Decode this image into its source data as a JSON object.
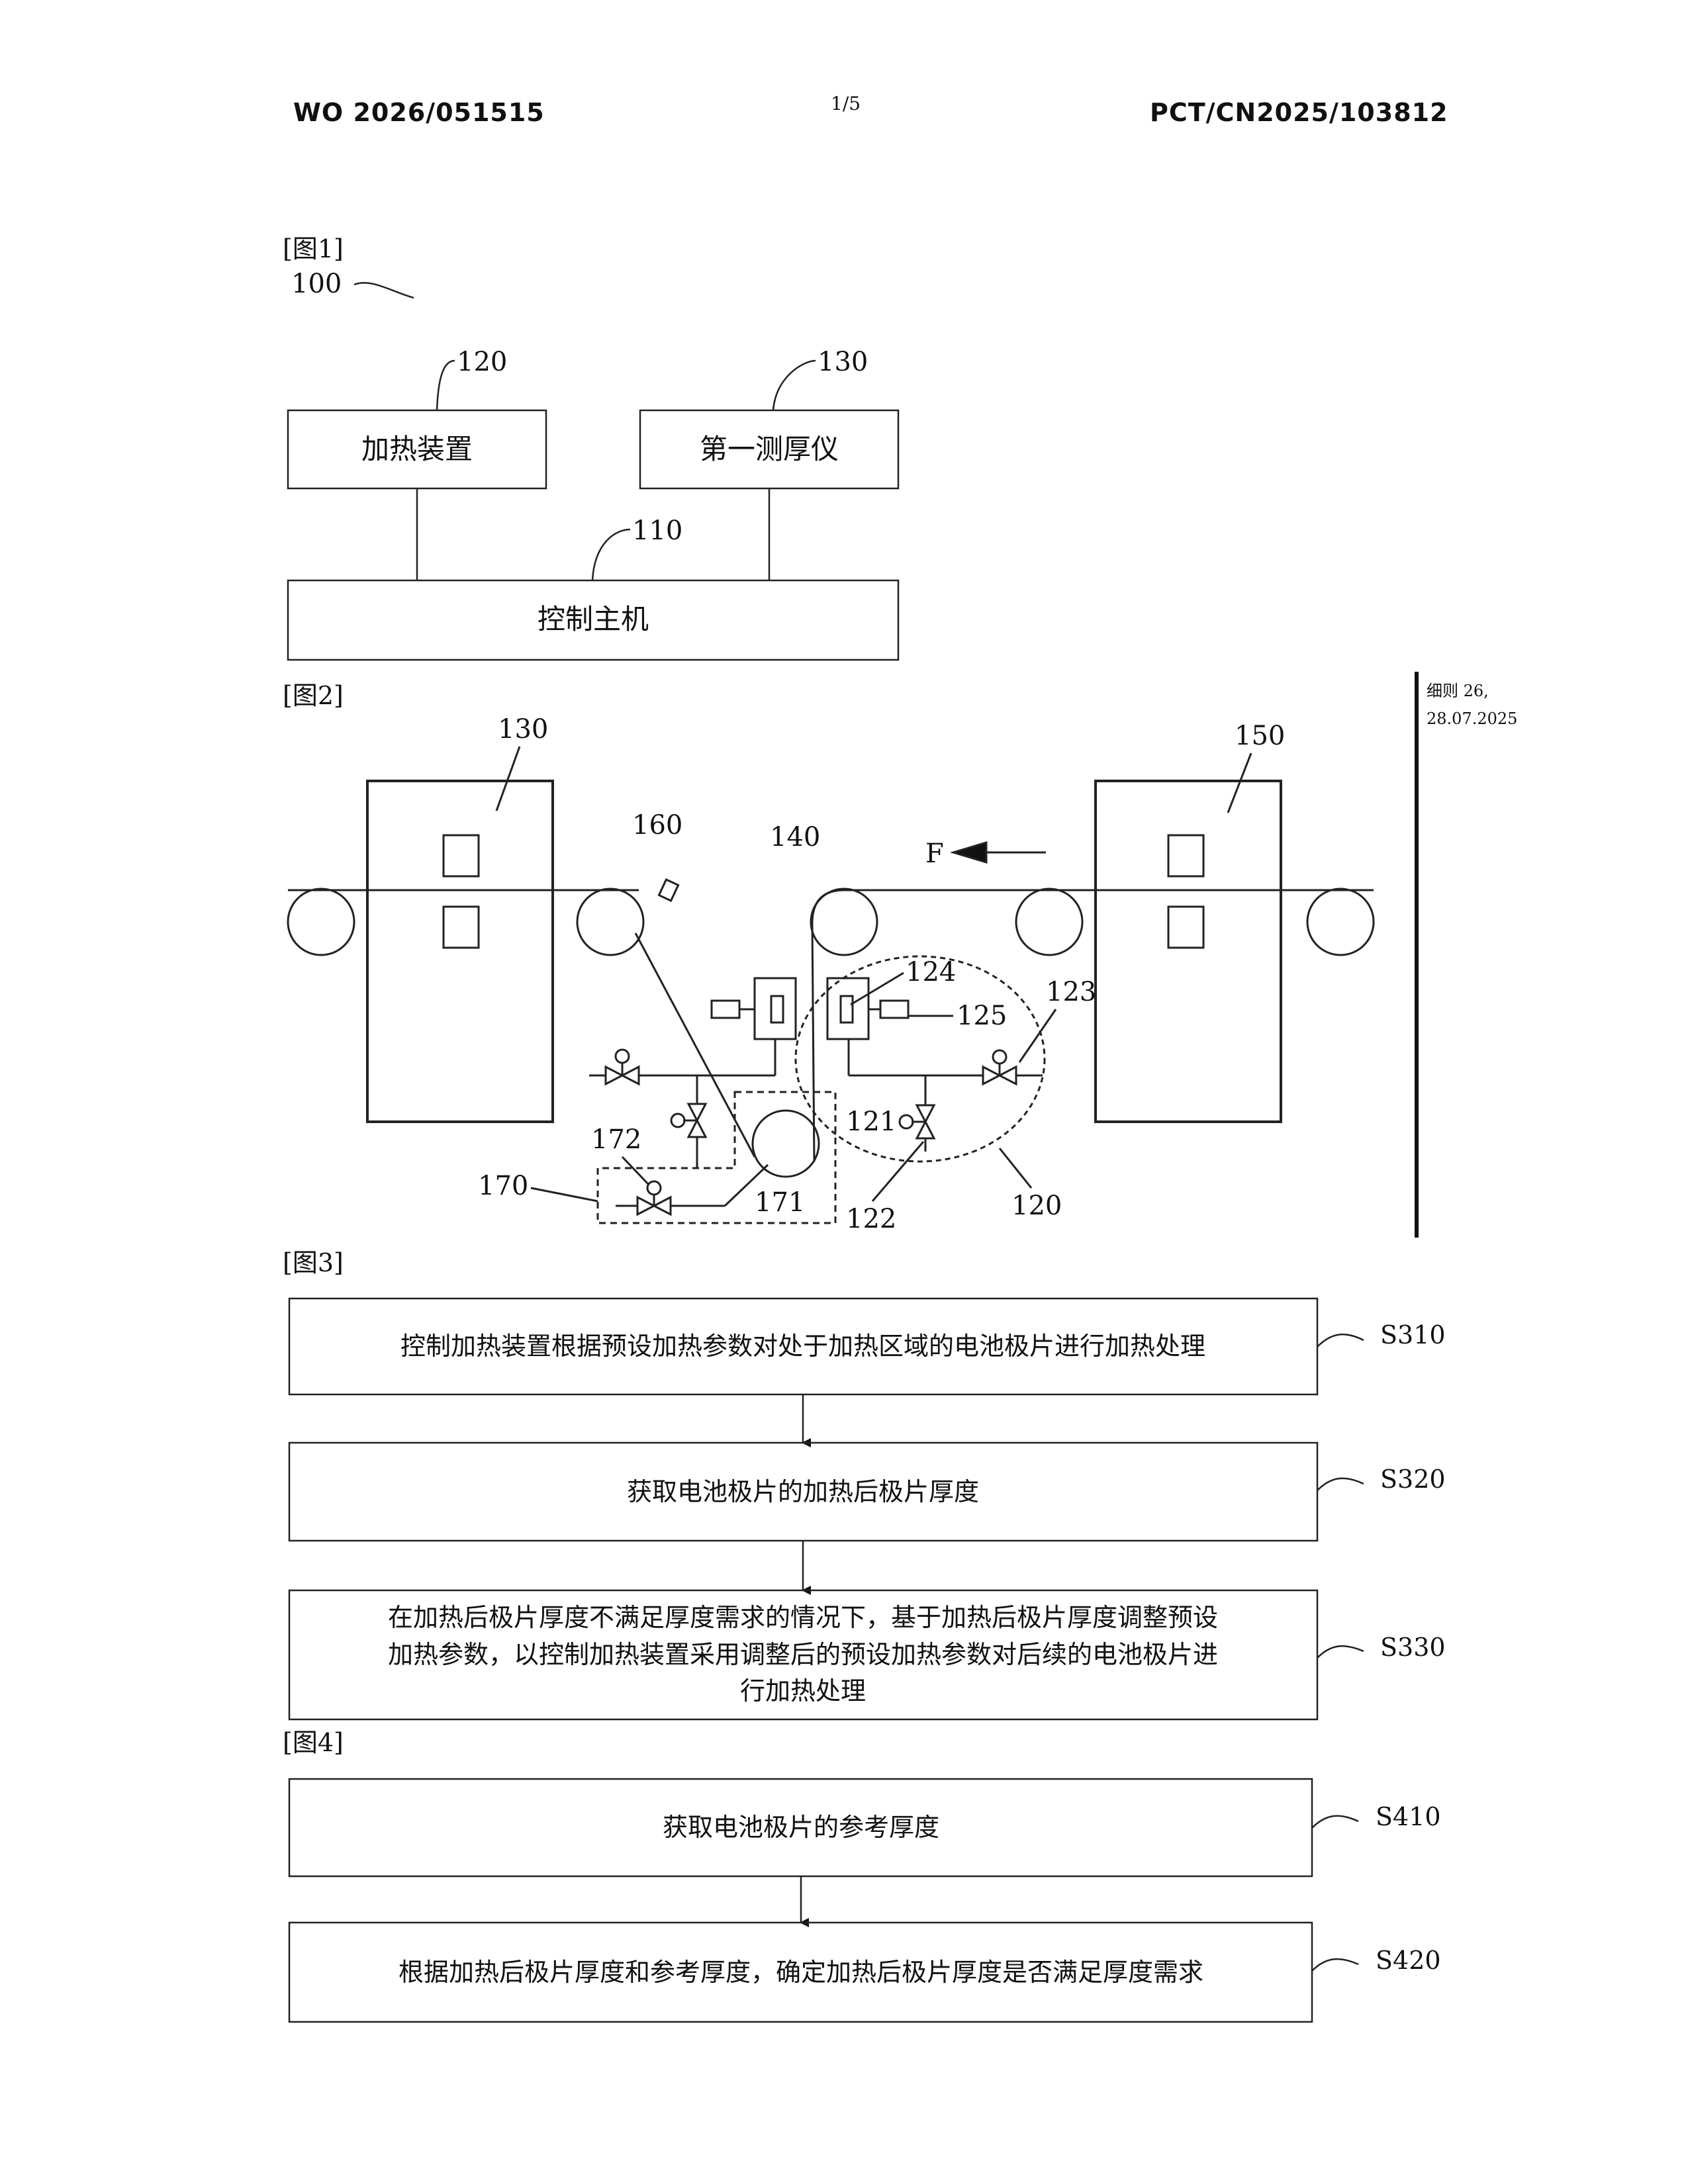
{
  "header": {
    "publication_number": "WO 2026/051515",
    "page_indicator": "1/5",
    "application_number": "PCT/CN2025/103812"
  },
  "side_note": {
    "line1": "细则 26,",
    "line2": "28.07.2025"
  },
  "fig1": {
    "label": "[图1]",
    "system_ref": "100",
    "heating_device": {
      "ref": "120",
      "text": "加热装置"
    },
    "first_thickness_gauge": {
      "ref": "130",
      "text": "第一测厚仪"
    },
    "control_host": {
      "ref": "110",
      "text": "控制主机"
    }
  },
  "fig2": {
    "label": "[图2]",
    "refs": {
      "r130": "130",
      "r150": "150",
      "r160": "160",
      "r140": "140",
      "dir": "F",
      "r124": "124",
      "r125": "125",
      "r123": "123",
      "r121": "121",
      "r172": "172",
      "r170": "170",
      "r171": "171",
      "r122": "122",
      "r120": "120"
    }
  },
  "fig3": {
    "label": "[图3]",
    "steps": [
      {
        "id": "S310",
        "lines": [
          "控制加热装置根据预设加热参数对处于加热区域的电池极片进行加热处理"
        ]
      },
      {
        "id": "S320",
        "lines": [
          "获取电池极片的加热后极片厚度"
        ]
      },
      {
        "id": "S330",
        "lines": [
          "在加热后极片厚度不满足厚度需求的情况下，基于加热后极片厚度调整预设",
          "加热参数，以控制加热装置采用调整后的预设加热参数对后续的电池极片进",
          "行加热处理"
        ]
      }
    ]
  },
  "fig4": {
    "label": "[图4]",
    "steps": [
      {
        "id": "S410",
        "lines": [
          "获取电池极片的参考厚度"
        ]
      },
      {
        "id": "S420",
        "lines": [
          "根据加热后极片厚度和参考厚度，确定加热后极片厚度是否满足厚度需求"
        ]
      }
    ]
  }
}
